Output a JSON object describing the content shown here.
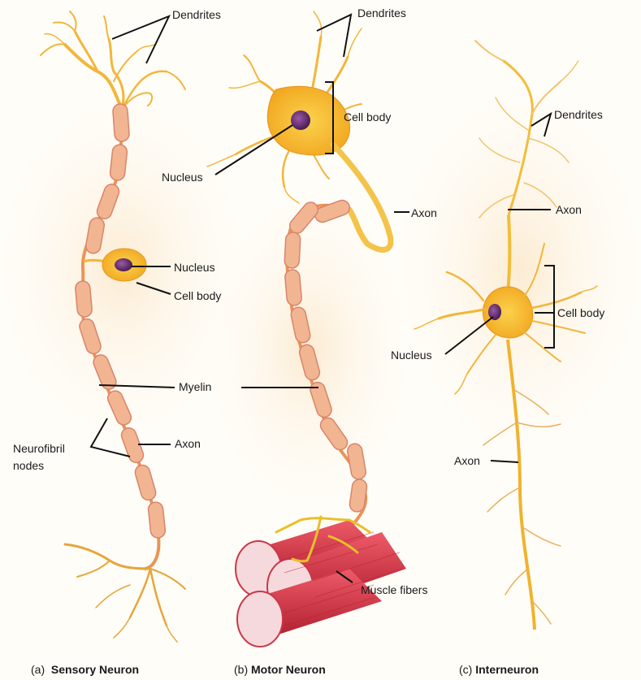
{
  "sensory": {
    "dendrites": "Dendrites",
    "nucleus": "Nucleus",
    "cell_body": "Cell body",
    "myelin": "Myelin",
    "axon": "Axon",
    "nodes_line1": "Neurofibril",
    "nodes_line2": "nodes",
    "caption_letter": "(a)",
    "caption_name": "Sensory Neuron"
  },
  "motor": {
    "dendrites": "Dendrites",
    "cell_body": "Cell body",
    "nucleus": "Nucleus",
    "axon": "Axon",
    "muscle": "Muscle fibers",
    "caption_letter": "(b)",
    "caption_name": "Motor Neuron"
  },
  "inter": {
    "dendrites": "Dendrites",
    "axon_top": "Axon",
    "cell_body": "Cell body",
    "nucleus": "Nucleus",
    "axon_bottom": "Axon",
    "caption_letter": "(c)",
    "caption_name": "Interneuron"
  },
  "colors": {
    "dendrite": "#f2b63a",
    "soma": "#f6b522",
    "nucleus": "#5e2a6a",
    "myelin": "#f2b592",
    "myelin_edge": "#d9846a",
    "muscle": "#d8374a",
    "leader": "#111111"
  }
}
